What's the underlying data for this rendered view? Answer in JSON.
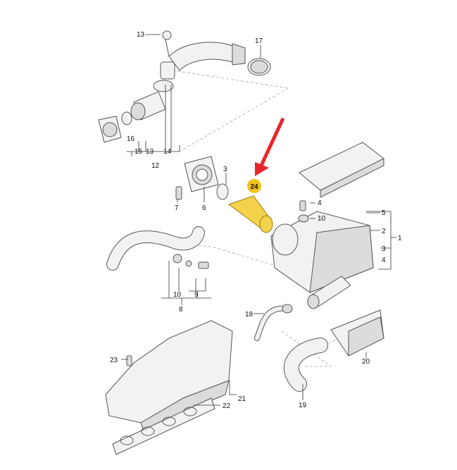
{
  "highlight": {
    "label": "24",
    "badge_color": "#f2c21b",
    "arrow_color": "#e8262b",
    "part_color": "#f4d24a"
  },
  "labels": {
    "p1": "1",
    "p2": "2",
    "p3a": "3",
    "p3b": "3",
    "p4a": "4",
    "p4b": "4",
    "p5": "5",
    "p6": "6",
    "p7": "7",
    "p8": "8",
    "p9": "9",
    "p10a": "10",
    "p10b": "10",
    "p12": "12",
    "p13a": "13",
    "p13b": "13",
    "p14": "14",
    "p15": "15",
    "p16": "16",
    "p17": "17",
    "p18": "18",
    "p19": "19",
    "p20": "20",
    "p21": "21",
    "p22": "22",
    "p23": "23"
  }
}
